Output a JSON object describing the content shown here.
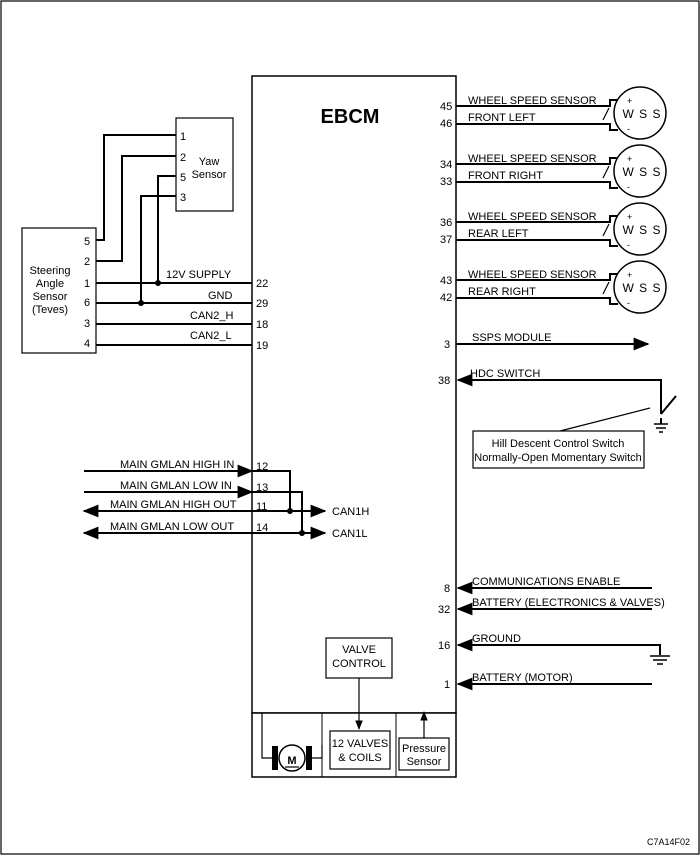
{
  "ebcm": {
    "title": "EBCM",
    "valve_control": [
      "VALVE",
      "CONTROL"
    ],
    "valves": [
      "12 VALVES",
      "& COILS"
    ],
    "pressure": [
      "Pressure",
      "Sensor"
    ],
    "motor": "M"
  },
  "yaw": {
    "title": [
      "Yaw",
      "Sensor"
    ],
    "pins": [
      "1",
      "2",
      "5",
      "3"
    ]
  },
  "steering": {
    "title": [
      "Steering",
      "Angle",
      "Sensor",
      "(Teves)"
    ],
    "pins": [
      "5",
      "2",
      "1",
      "6",
      "3",
      "4"
    ]
  },
  "left_circuits": [
    {
      "label": "12V SUPPLY",
      "pin": "22"
    },
    {
      "label": "GND",
      "pin": "29"
    },
    {
      "label": "CAN2_H",
      "pin": "18"
    },
    {
      "label": "CAN2_L",
      "pin": "19"
    }
  ],
  "gmlan": [
    {
      "label": "MAIN GMLAN HIGH IN",
      "pin": "12"
    },
    {
      "label": "MAIN GMLAN LOW IN",
      "pin": "13"
    },
    {
      "label": "MAIN GMLAN HIGH OUT",
      "pin": "11"
    },
    {
      "label": "MAIN GMLAN LOW OUT",
      "pin": "14"
    }
  ],
  "can_out": [
    "CAN1H",
    "CAN1L"
  ],
  "wss": [
    {
      "line1": "WHEEL SPEED SENSOR",
      "line2": "FRONT LEFT",
      "pin_a": "45",
      "pin_b": "46"
    },
    {
      "line1": "WHEEL SPEED SENSOR",
      "line2": "FRONT RIGHT",
      "pin_a": "34",
      "pin_b": "33"
    },
    {
      "line1": "WHEEL SPEED SENSOR",
      "line2": "REAR LEFT",
      "pin_a": "36",
      "pin_b": "37"
    },
    {
      "line1": "WHEEL SPEED SENSOR",
      "line2": "REAR RIGHT",
      "pin_a": "43",
      "pin_b": "42"
    }
  ],
  "wss_symbol": {
    "text": "W S S",
    "plus": "+",
    "minus": "-"
  },
  "right_circuits": [
    {
      "label": "SSPS MODULE",
      "pin": "3"
    },
    {
      "label": "HDC SWITCH",
      "pin": "38"
    },
    {
      "label": "COMMUNICATIONS ENABLE",
      "pin": "8"
    },
    {
      "label": "BATTERY (ELECTRONICS & VALVES)",
      "pin": "32"
    },
    {
      "label": "GROUND",
      "pin": "16"
    },
    {
      "label": "BATTERY (MOTOR)",
      "pin": "1"
    }
  ],
  "hdc_box": [
    "Hill Descent Control Switch",
    "Normally-Open Momentary Switch"
  ],
  "figure_code": "C7A14F02"
}
